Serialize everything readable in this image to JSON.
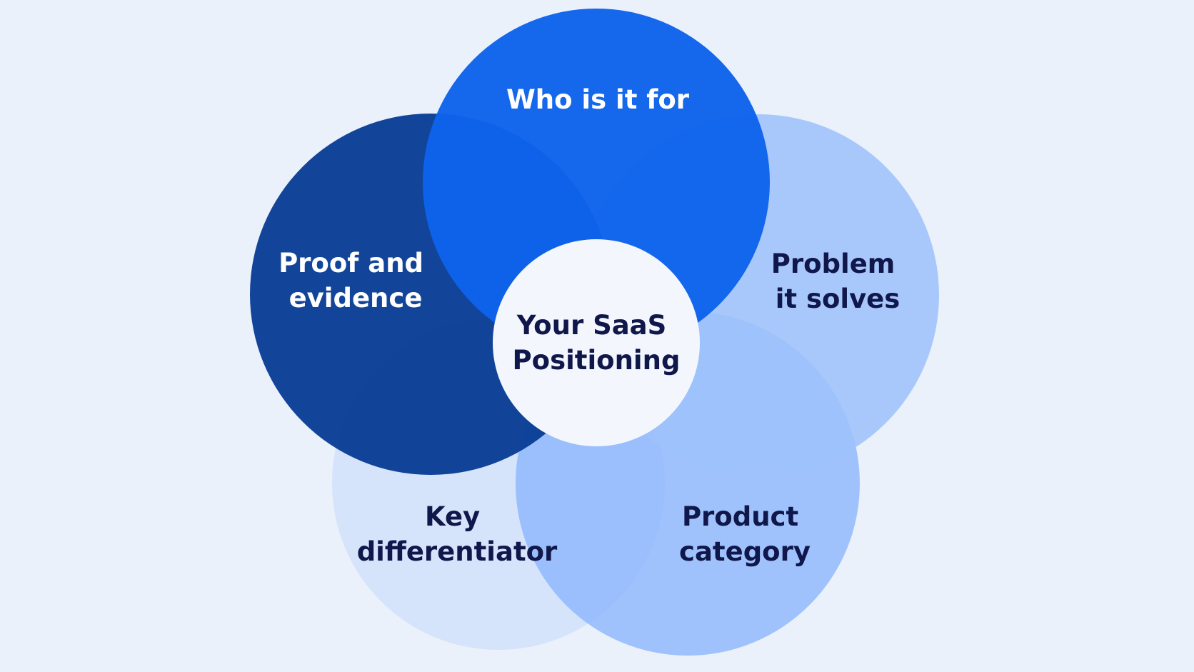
{
  "diagram": {
    "background": "#ebf1fb",
    "center": {
      "lines": [
        "Your SaaS",
        "Positioning"
      ],
      "fill": "#f3f7fd",
      "text_color": "#10174a"
    },
    "petals": [
      {
        "id": "who",
        "lines": [
          "Who is it for"
        ],
        "fill": "#0d63eb",
        "opacity": 0.97,
        "text_color": "#ffffff"
      },
      {
        "id": "proof",
        "lines": [
          "Proof and",
          "evidence"
        ],
        "fill": "#0a3f96",
        "opacity": 0.97,
        "text_color": "#ffffff"
      },
      {
        "id": "problem",
        "lines": [
          "Problem",
          "it solves"
        ],
        "fill": "#9ec1fb",
        "opacity": 0.88,
        "text_color": "#10174a"
      },
      {
        "id": "differentiator",
        "lines": [
          "Key",
          "differentiator"
        ],
        "fill": "#cfe0fb",
        "opacity": 0.8,
        "text_color": "#10174a"
      },
      {
        "id": "category",
        "lines": [
          "Product",
          "category"
        ],
        "fill": "#8db7fb",
        "opacity": 0.82,
        "text_color": "#10174a"
      }
    ]
  }
}
